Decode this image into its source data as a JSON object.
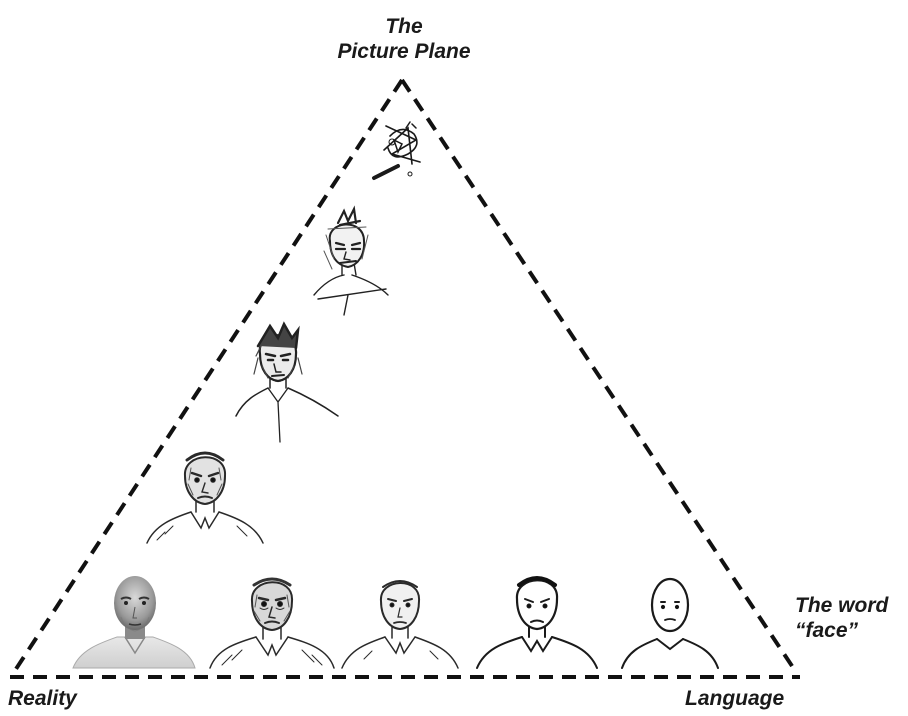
{
  "labels": {
    "apex_line1": "The",
    "apex_line2": "Picture Plane",
    "right_line1": "The word",
    "right_line2": "“face”",
    "bottom_left": "Reality",
    "bottom_right": "Language"
  },
  "colors": {
    "ink": "#1a1a1a",
    "line": "#111111",
    "sketch": "#2a2a2a",
    "background": "#ffffff"
  },
  "faces": {
    "bottom_row": [
      {
        "id": "photo",
        "style": "photograph"
      },
      {
        "id": "detailed-drawing",
        "style": "detailed-sketch"
      },
      {
        "id": "line-drawing",
        "style": "line-drawing"
      },
      {
        "id": "cartoon",
        "style": "simple-cartoon"
      },
      {
        "id": "icon-face",
        "style": "minimal-icon"
      }
    ],
    "left_edge": [
      {
        "id": "realistic-sketch",
        "style": "realistic"
      },
      {
        "id": "rough-sketch",
        "style": "rough"
      },
      {
        "id": "scribble-sketch",
        "style": "loose"
      },
      {
        "id": "abstract-scribble",
        "style": "abstract"
      }
    ]
  }
}
